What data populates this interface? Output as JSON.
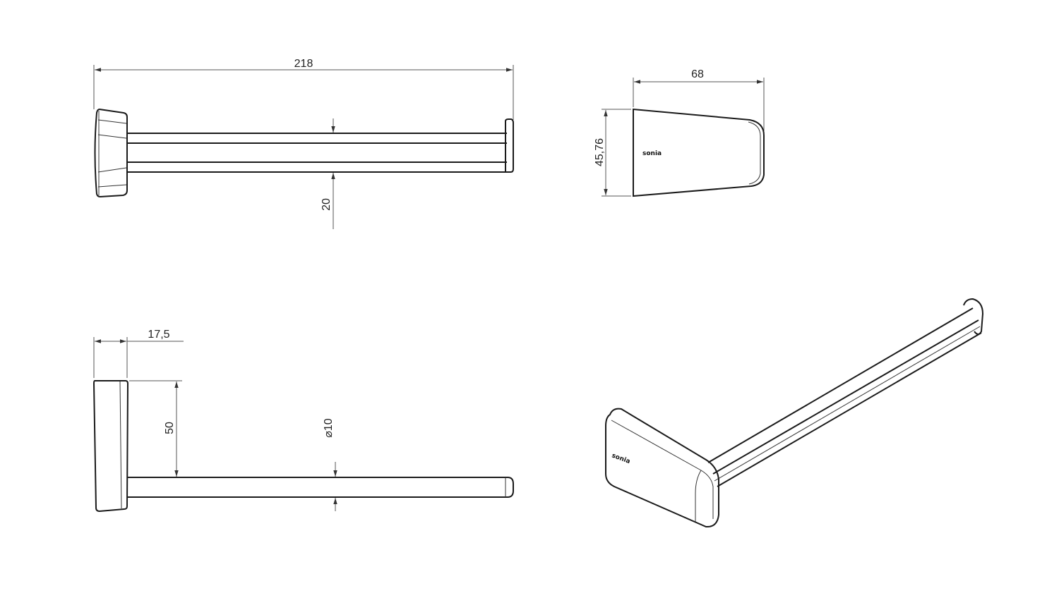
{
  "drawing": {
    "brand_logo": "sonia",
    "dimensions": {
      "overall_length": "218",
      "base_width": "68",
      "base_height": "45,76",
      "bar_spacing": "20",
      "base_depth": "17,5",
      "bar_offset": "50",
      "bar_diameter": "⌀10"
    },
    "line_color": "#1a1a1a"
  }
}
